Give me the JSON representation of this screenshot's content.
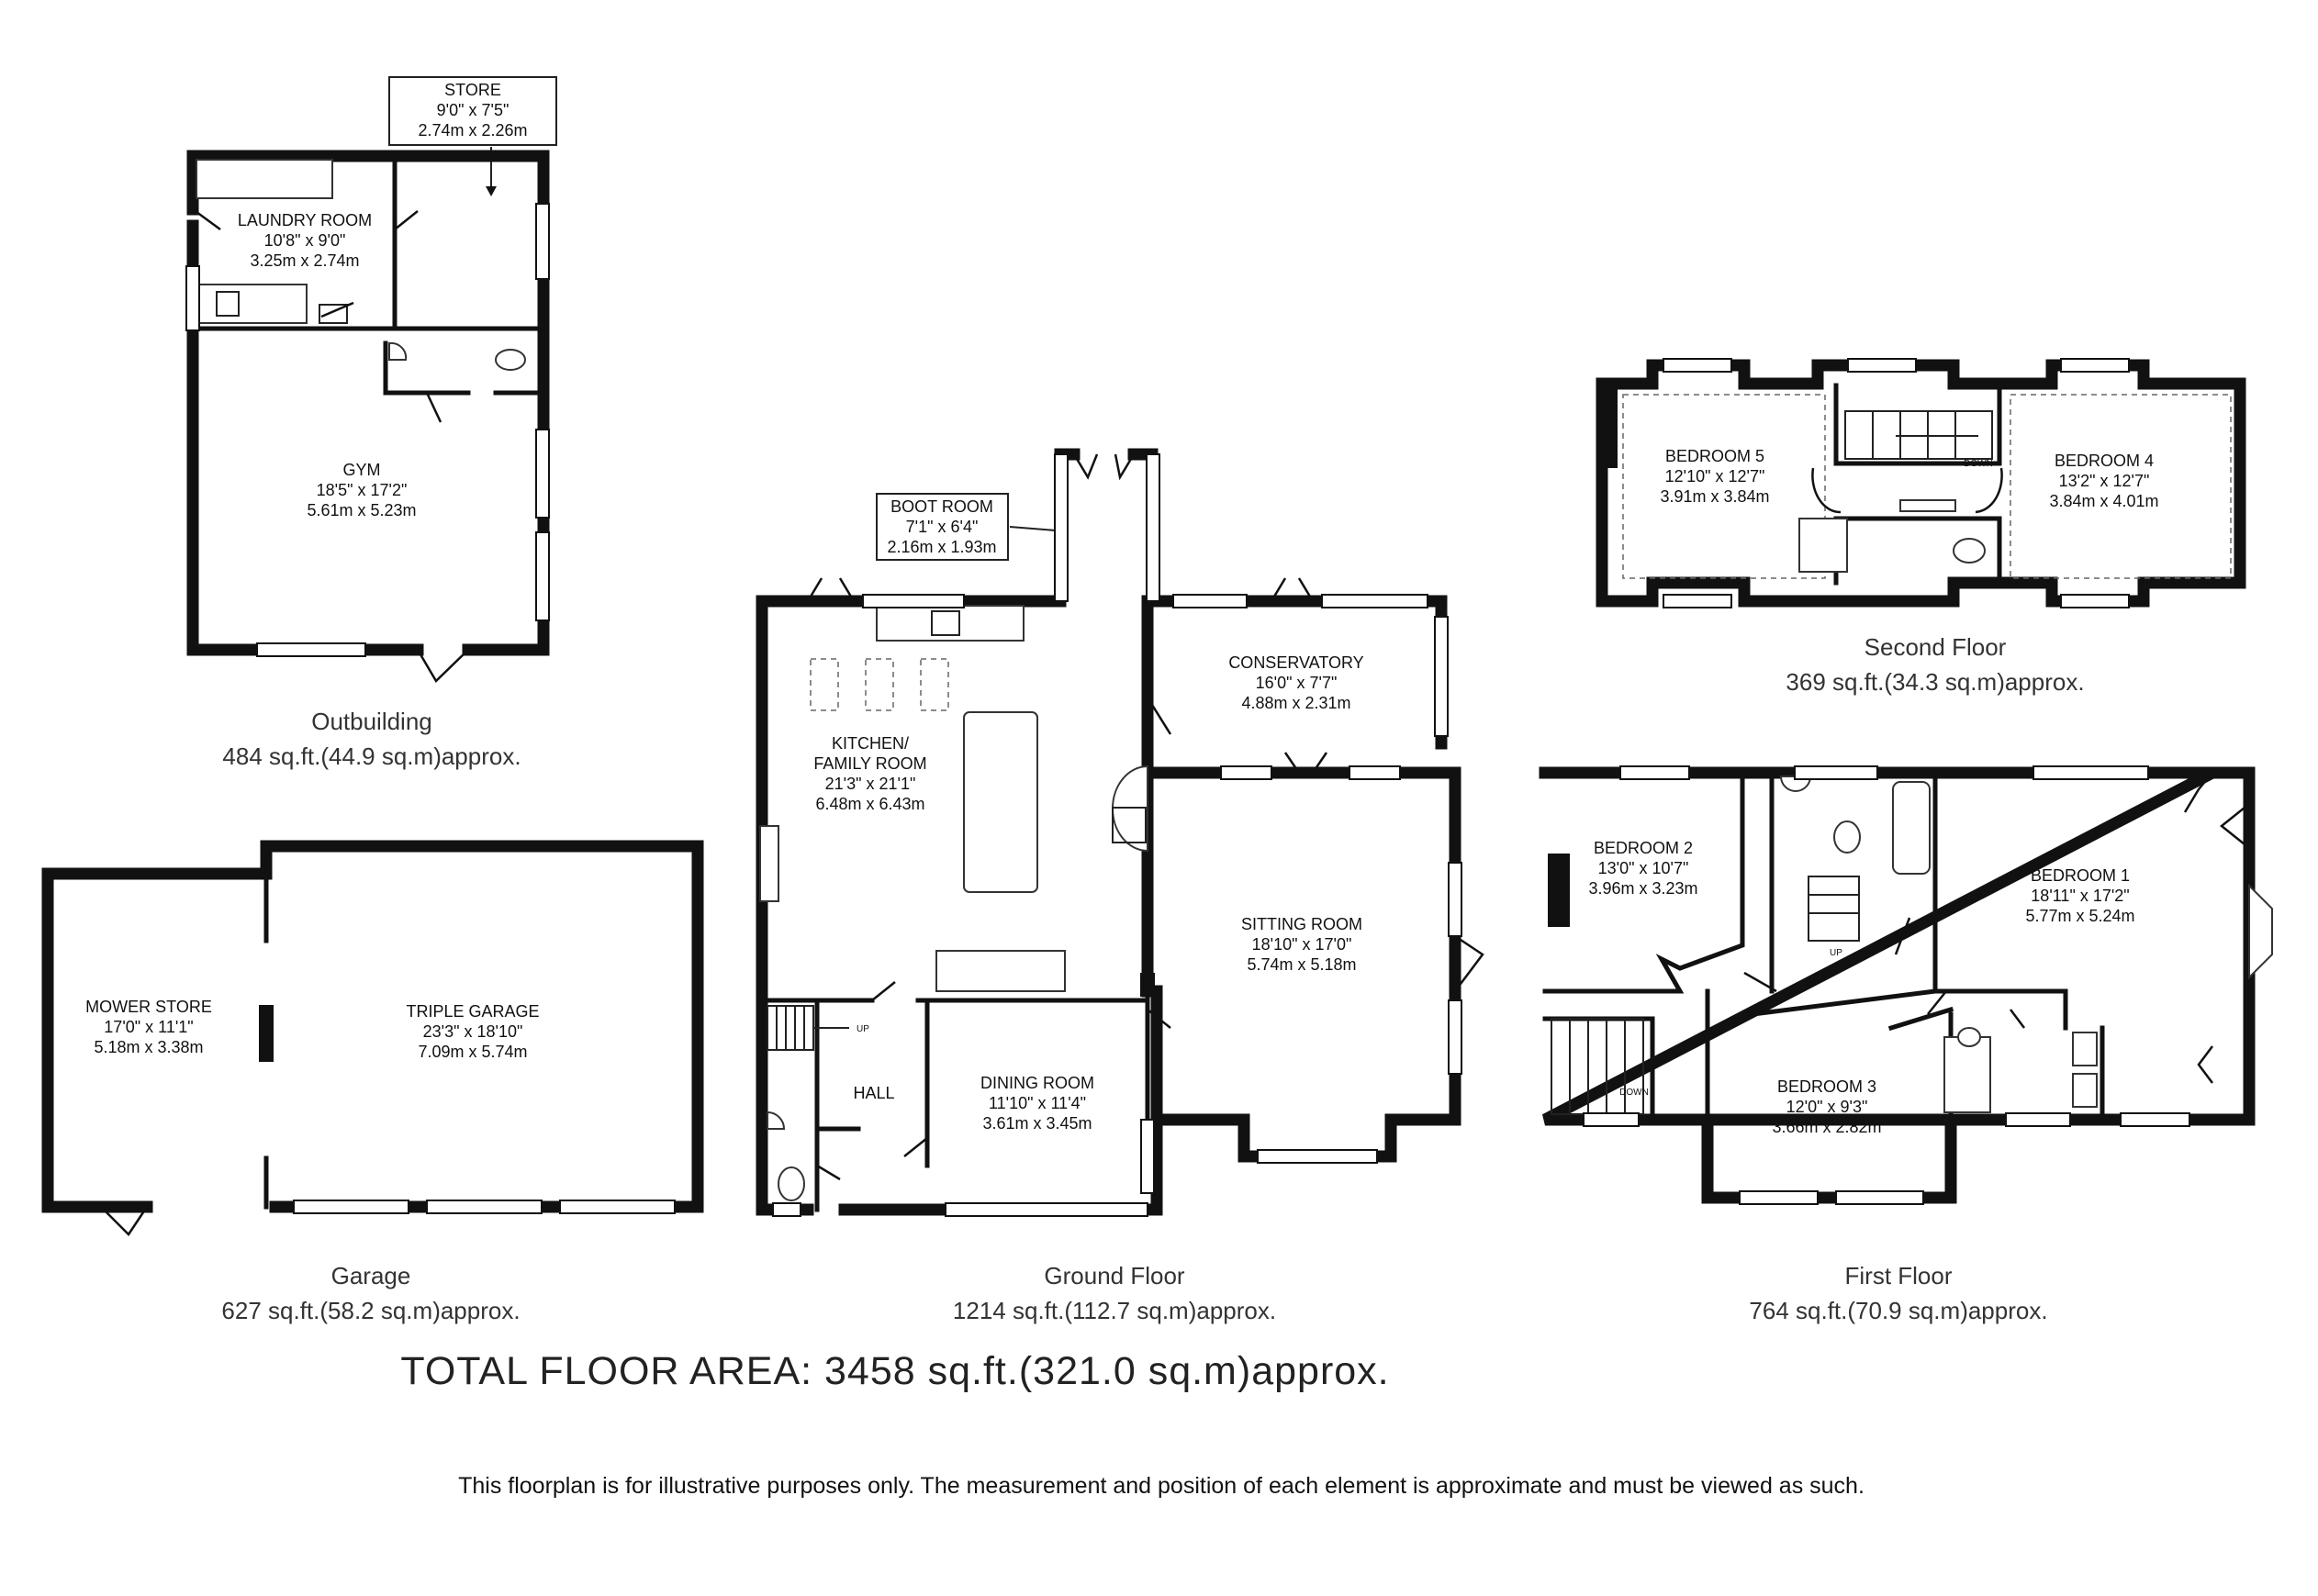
{
  "colors": {
    "wall": "#111111",
    "text": "#222222",
    "background": "#ffffff"
  },
  "rooms": {
    "store": {
      "name": "STORE",
      "imperial": "9'0\" x 7'5\"",
      "metric": "2.74m x 2.26m"
    },
    "laundry": {
      "name": "LAUNDRY ROOM",
      "imperial": "10'8\" x 9'0\"",
      "metric": "3.25m x 2.74m"
    },
    "gym": {
      "name": "GYM",
      "imperial": "18'5\" x 17'2\"",
      "metric": "5.61m x 5.23m"
    },
    "mower": {
      "name": "MOWER STORE",
      "imperial": "17'0\" x 11'1\"",
      "metric": "5.18m x 3.38m"
    },
    "garage": {
      "name": "TRIPLE GARAGE",
      "imperial": "23'3\" x 18'10\"",
      "metric": "7.09m x 5.74m"
    },
    "boot": {
      "name": "BOOT ROOM",
      "imperial": "7'1\" x 6'4\"",
      "metric": "2.16m x 1.93m"
    },
    "kitchen": {
      "name_line1": "KITCHEN/",
      "name_line2": "FAMILY ROOM",
      "imperial": "21'3\" x 21'1\"",
      "metric": "6.48m x 6.43m"
    },
    "conservatory": {
      "name": "CONSERVATORY",
      "imperial": "16'0\" x 7'7\"",
      "metric": "4.88m x 2.31m"
    },
    "sitting": {
      "name": "SITTING ROOM",
      "imperial": "18'10\" x 17'0\"",
      "metric": "5.74m x 5.18m"
    },
    "dining": {
      "name": "DINING ROOM",
      "imperial": "11'10\" x 11'4\"",
      "metric": "3.61m x 3.45m"
    },
    "hall": {
      "name": "HALL"
    },
    "bedroom5": {
      "name": "BEDROOM 5",
      "imperial": "12'10\" x 12'7\"",
      "metric": "3.91m x 3.84m"
    },
    "bedroom4": {
      "name": "BEDROOM 4",
      "imperial": "13'2\" x 12'7\"",
      "metric": "3.84m x 4.01m"
    },
    "bedroom2": {
      "name": "BEDROOM 2",
      "imperial": "13'0\" x 10'7\"",
      "metric": "3.96m x 3.23m"
    },
    "bedroom1": {
      "name": "BEDROOM 1",
      "imperial": "18'11\" x 17'2\"",
      "metric": "5.77m x 5.24m"
    },
    "bedroom3": {
      "name": "BEDROOM 3",
      "imperial": "12'0\" x 9'3\"",
      "metric": "3.66m x 2.82m"
    }
  },
  "stairs": {
    "up": "UP",
    "down": "DOWN"
  },
  "floors": {
    "outbuilding": {
      "name": "Outbuilding",
      "area": "484 sq.ft.(44.9 sq.m)approx."
    },
    "garage": {
      "name": "Garage",
      "area": "627 sq.ft.(58.2 sq.m)approx."
    },
    "ground": {
      "name": "Ground Floor",
      "area": "1214 sq.ft.(112.7 sq.m)approx."
    },
    "first": {
      "name": "First Floor",
      "area": "764 sq.ft.(70.9 sq.m)approx."
    },
    "second": {
      "name": "Second Floor",
      "area": "369 sq.ft.(34.3 sq.m)approx."
    }
  },
  "total": "TOTAL FLOOR AREA: 3458 sq.ft.(321.0 sq.m)approx.",
  "disclaimer": "This floorplan is for illustrative purposes only. The measurement and position of each element is approximate and must be viewed as such."
}
